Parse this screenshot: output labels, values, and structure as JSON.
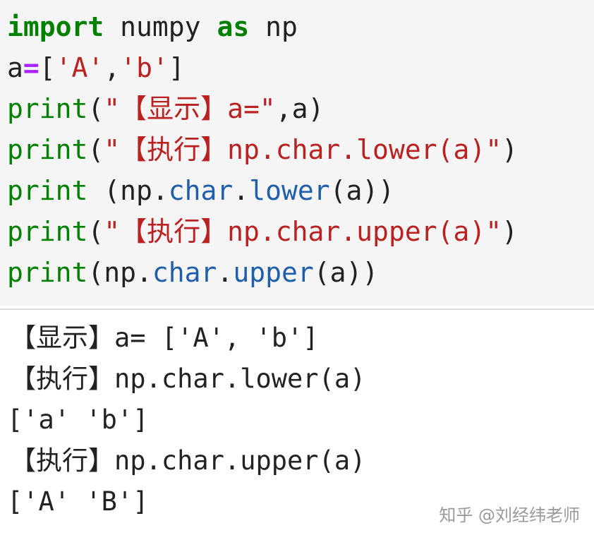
{
  "code": {
    "line1": {
      "k1": "import",
      "p1": " numpy ",
      "k2": "as",
      "p2": " np"
    },
    "line2": {
      "p1": "a",
      "op": "=",
      "p2": "[",
      "s1": "'A'",
      "p3": ",",
      "s2": "'b'",
      "p4": "]"
    },
    "line3": {
      "fn": "print",
      "p1": "(",
      "s1": "\"【显示】a=\"",
      "p2": ",a)"
    },
    "line4": {
      "fn": "print",
      "p1": "(",
      "s1": "\"【执行】np.char.lower(a)\"",
      "p2": ")"
    },
    "line5": {
      "fn": "print",
      "p1": " (np.",
      "a1": "char",
      "p2": ".",
      "a2": "lower",
      "p3": "(a))"
    },
    "line6": {
      "fn": "print",
      "p1": "(",
      "s1": "\"【执行】np.char.upper(a)\"",
      "p2": ")"
    },
    "line7": {
      "fn": "print",
      "p1": "(np.",
      "a1": "char",
      "p2": ".",
      "a2": "upper",
      "p3": "(a))"
    }
  },
  "output": {
    "lines": [
      "【显示】a= ['A', 'b']",
      "【执行】np.char.lower(a)",
      "['a' 'b']",
      "【执行】np.char.upper(a)",
      "['A' 'B']"
    ]
  },
  "watermark": "知乎 @刘经纬老师",
  "colors": {
    "keyword": "#008000",
    "string": "#ba2121",
    "attribute": "#1f5ea8",
    "operator": "#aa22ff",
    "code_background": "#f5f5f5"
  }
}
